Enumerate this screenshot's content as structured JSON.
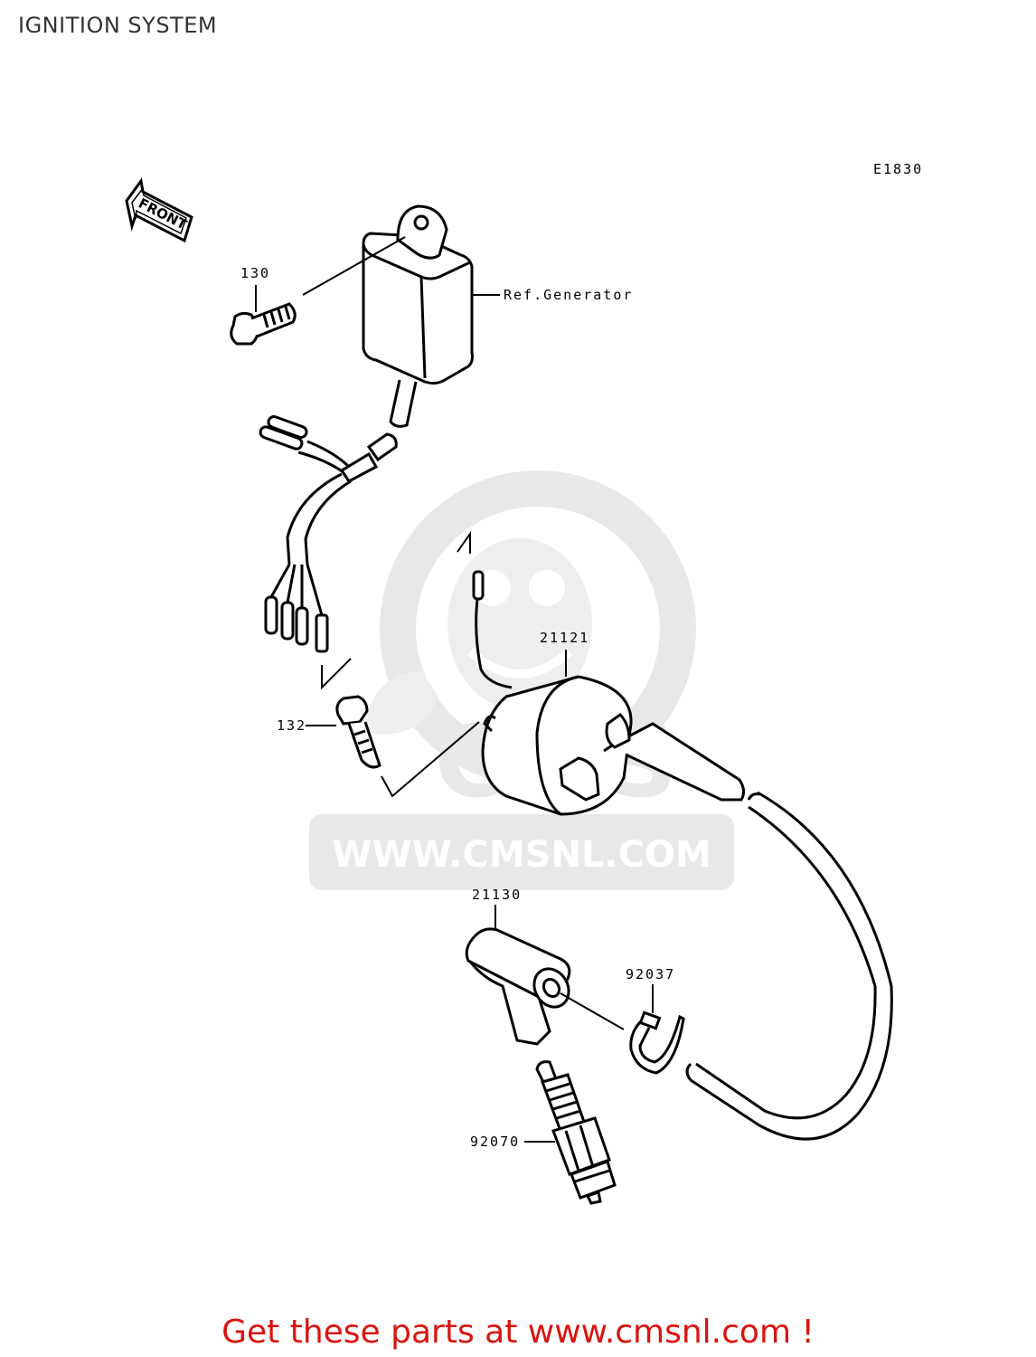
{
  "title": "IGNITION SYSTEM",
  "diagram_code": "E1830",
  "front_arrow_label": "FRONT",
  "watermark": {
    "text": "WWW.CMSNL.COM",
    "logo_text": "CMS"
  },
  "parts": {
    "bolt_130": "130",
    "ref_generator": "Ref.Generator",
    "coil_21121": "21121",
    "bolt_132": "132",
    "cap_21130": "21130",
    "clamp_92037": "92037",
    "plug_92070": "92070"
  },
  "footer": {
    "link_text": "Get these parts at www.cmsnl.com !",
    "color": "#d9140f"
  }
}
